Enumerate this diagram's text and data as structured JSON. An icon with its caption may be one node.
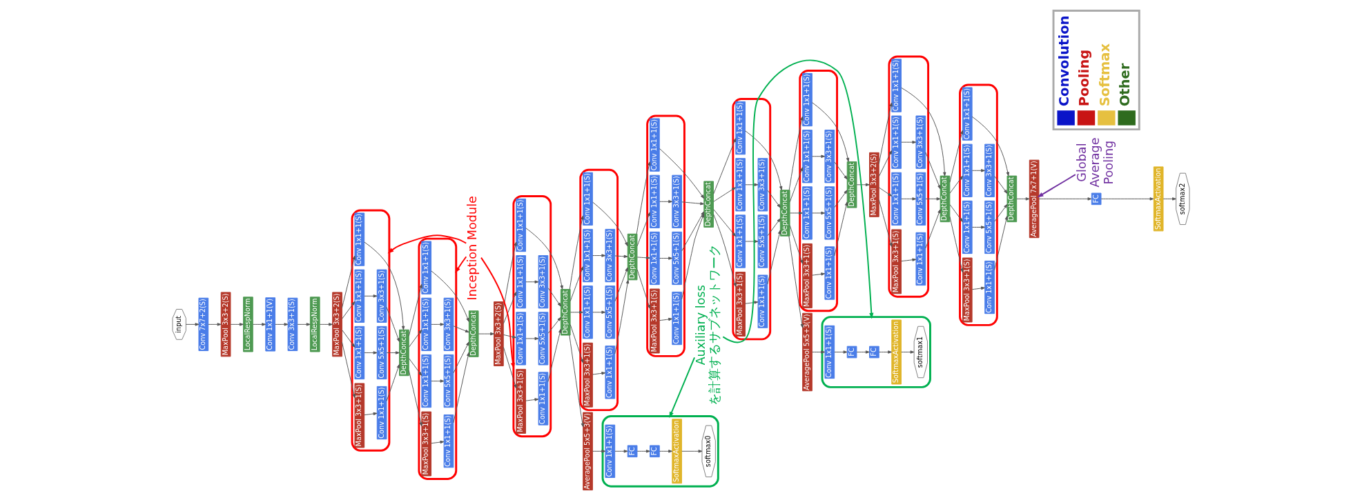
{
  "diagram": {
    "nodes": [
      {
        "text": [
          "input"
        ]
      },
      {
        "text": [
          "Conv 7x7+2(S)"
        ]
      },
      {
        "text": [
          "MaxPool 3x3+2(S)"
        ]
      },
      {
        "text": [
          "LocalRespNorm"
        ]
      },
      {
        "text": [
          "Conv 1x1+1(V)"
        ]
      },
      {
        "text": [
          "Conv 3x3+1(S)"
        ]
      },
      {
        "text": [
          "LocalRespNorm"
        ]
      },
      {
        "text": [
          "MaxPool 3x3+2(S)"
        ]
      },
      {
        "text": [],
        "shape": "ellipse"
      },
      {
        "text": [
          "Conv 1x1+1(S)"
        ],
        "in": 8
      },
      {
        "text": [
          "Conv 1x1+1(S)"
        ],
        "in": 8
      },
      {
        "text": [
          "Conv 1x1+1(S)"
        ],
        "in": 8
      },
      {
        "text": [
          "MaxPool 3x3+1(S)"
        ],
        "in": 8
      },
      {
        "text": [
          "Conv 3x3+1(S)"
        ],
        "in": 8
      },
      {
        "text": [
          "Conv 5x5+1(S)"
        ],
        "in": 8
      },
      {
        "text": [
          "Conv 1x1+1(S)"
        ],
        "in": 8
      },
      {
        "text": [
          "DepthConcat"
        ]
      },
      {
        "text": [],
        "shape": "ellipse"
      },
      {
        "text": [
          "Conv 1x1+1(S)"
        ],
        "in": 17
      },
      {
        "text": [
          "Conv 1x1+1(S)"
        ],
        "in": 17
      },
      {
        "text": [
          "Conv 1x1+1(S)"
        ],
        "in": 17
      },
      {
        "text": [
          "MaxPool 3x3+1(S)"
        ],
        "in": 17
      },
      {
        "text": [
          "Conv 3x3+1(S)"
        ],
        "in": 17
      },
      {
        "text": [
          "Conv 5x5+1(S)"
        ],
        "in": 17
      },
      {
        "text": [
          "Conv 1x1+1(S)"
        ],
        "in": 17
      },
      {
        "text": [
          "DepthConcat"
        ]
      },
      {
        "text": [
          "MaxPool 3x3+2(S)"
        ]
      },
      {
        "text": [],
        "shape": "ellipse"
      },
      {
        "text": [
          "Conv 1x1+1(S)"
        ],
        "in": 27
      },
      {
        "text": [
          "Conv 1x1+1(S)"
        ],
        "in": 27
      },
      {
        "text": [
          "Conv 1x1+1(S)"
        ],
        "in": 27
      },
      {
        "text": [
          "MaxPool 3x3+1(S)"
        ],
        "in": 27
      },
      {
        "text": [
          "Conv 3x3+1(S)"
        ],
        "in": 27
      },
      {
        "text": [
          "Conv 5x5+1(S)"
        ],
        "in": 27
      },
      {
        "text": [
          "Conv 1x1+1(S)"
        ],
        "in": 27
      },
      {
        "text": [
          "DepthConcat"
        ]
      },
      {
        "text": [
          "AveragePool 5x5+3(V)"
        ]
      },
      {
        "text": [],
        "shape": "ellipse"
      },
      {
        "text": [
          "Conv 1x1+1(S)"
        ],
        "in": 37
      },
      {
        "text": [
          "FC"
        ],
        "in": 37
      },
      {
        "text": [
          "FC"
        ],
        "in": 37
      },
      {
        "text": [
          "SoftmaxActivation"
        ],
        "in": 37
      },
      {
        "text": [
          "softmax0"
        ],
        "in": 37
      },
      {
        "text": [],
        "shape": "ellipse"
      },
      {
        "text": [
          "Conv 1x1+1(S)"
        ],
        "in": 43
      },
      {
        "text": [
          "Conv 1x1+1(S)"
        ],
        "in": 43
      },
      {
        "text": [
          "Conv 1x1+1(S)"
        ],
        "in": 43
      },
      {
        "text": [
          "MaxPool 3x3+1(S)"
        ],
        "in": 43
      },
      {
        "text": [
          "Conv 3x3+1(S)"
        ],
        "in": 43
      },
      {
        "text": [
          "Conv 5x5+1(S)"
        ],
        "in": 43
      },
      {
        "text": [
          "Conv 1x1+1(S)"
        ],
        "in": 43
      },
      {
        "text": [
          "DepthConcat"
        ]
      },
      {
        "text": [],
        "shape": "ellipse"
      },
      {
        "text": [
          "Conv 1x1+1(S)"
        ],
        "in": 52
      },
      {
        "text": [
          "Conv 1x1+1(S)"
        ],
        "in": 52
      },
      {
        "text": [
          "Conv 1x1+1(S)"
        ],
        "in": 52
      },
      {
        "text": [
          "MaxPool 3x3+1(S)"
        ],
        "in": 52
      },
      {
        "text": [
          "Conv 3x3+1(S)"
        ],
        "in": 52
      },
      {
        "text": [
          "Conv 5x5+1(S)"
        ],
        "in": 52
      },
      {
        "text": [
          "Conv 1x1+1(S)"
        ],
        "in": 52
      },
      {
        "text": [
          "DepthConcat"
        ]
      },
      {
        "text": [],
        "shape": "ellipse"
      },
      {
        "text": [
          "Conv 1x1+1(S)"
        ],
        "in": 61
      },
      {
        "text": [
          "Conv 1x1+1(S)"
        ],
        "in": 61
      },
      {
        "text": [
          "Conv 1x1+1(S)"
        ],
        "in": 61
      },
      {
        "text": [
          "MaxPool 3x3+1(S)"
        ],
        "in": 61
      },
      {
        "text": [
          "Conv 3x3+1(S)"
        ],
        "in": 61
      },
      {
        "text": [
          "Conv 5x5+1(S)"
        ],
        "in": 61
      },
      {
        "text": [
          "Conv 1x1+1(S)"
        ],
        "in": 61
      },
      {
        "text": [
          "DepthConcat"
        ]
      },
      {
        "text": [
          "AveragePool 5x5+3(V)"
        ]
      },
      {
        "text": [],
        "shape": "ellipse"
      },
      {
        "text": [
          "Conv 1x1+1(S)"
        ],
        "in": 71
      },
      {
        "text": [
          "FC"
        ],
        "in": 71
      },
      {
        "text": [
          "FC"
        ],
        "in": 71
      },
      {
        "text": [
          "SoftmaxActivation"
        ],
        "in": 71
      },
      {
        "text": [
          "softmax1"
        ],
        "in": 71
      },
      {
        "text": [],
        "shape": "ellipse"
      },
      {
        "text": [
          "Conv 1x1+1(S)"
        ],
        "in": 77
      },
      {
        "text": [
          "Conv 1x1+1(S)"
        ],
        "in": 77
      },
      {
        "text": [
          "Conv 1x1+1(S)"
        ],
        "in": 77
      },
      {
        "text": [
          "MaxPool 3x3+1(S)"
        ],
        "in": 77
      },
      {
        "text": [
          "Conv 3x3+1(S)"
        ],
        "in": 77
      },
      {
        "text": [
          "Conv 5x5+1(S)"
        ],
        "in": 77
      },
      {
        "text": [
          "Conv 1x1+1(S)"
        ],
        "in": 77
      },
      {
        "text": [
          "DepthConcat"
        ]
      },
      {
        "text": [
          "MaxPool 3x3+2(S)"
        ]
      },
      {
        "text": [],
        "shape": "ellipse"
      },
      {
        "text": [
          "Conv 1x1+1(S)"
        ],
        "in": 87
      },
      {
        "text": [
          "Conv 1x1+1(S)"
        ],
        "in": 87
      },
      {
        "text": [
          "Conv 1x1+1(S)"
        ],
        "in": 87
      },
      {
        "text": [
          "MaxPool 3x3+1(S)"
        ],
        "in": 87
      },
      {
        "text": [
          "Conv 3x3+1(S)"
        ],
        "in": 87
      },
      {
        "text": [
          "Conv 5x5+1(S)"
        ],
        "in": 87
      },
      {
        "text": [
          "Conv 1x1+1(S)"
        ],
        "in": 87
      },
      {
        "text": [
          "DepthConcat"
        ]
      },
      {
        "text": [],
        "shape": "ellipse"
      },
      {
        "text": [
          "Conv 1x1+1(S)"
        ],
        "in": 96
      },
      {
        "text": [
          "Conv 1x1+1(S)"
        ],
        "in": 96
      },
      {
        "text": [
          "Conv 1x1+1(S)"
        ],
        "in": 96
      },
      {
        "text": [
          "MaxPool 3x3+1(S)"
        ],
        "in": 96
      },
      {
        "text": [
          "Conv 3x3+1(S)"
        ],
        "in": 96
      },
      {
        "text": [
          "Conv 5x5+1(S)"
        ],
        "in": 96
      },
      {
        "text": [
          "Conv 1x1+1(S)"
        ],
        "in": 96
      },
      {
        "text": [
          "DepthConcat"
        ]
      },
      {
        "text": [
          "AveragePool 7x7+1(V)"
        ]
      },
      {
        "text": [
          "FC"
        ]
      },
      {
        "text": [
          "SoftmaxActivation"
        ]
      },
      {
        "text": [
          "softmax2"
        ]
      },
      {
        "text": [
          "Inception Module"
        ]
      },
      {
        "text": [
          "Global Average Pooling"
        ]
      },
      {
        "text": [
          "Auxiliary loss を計算するサブネットワーク"
        ]
      }
    ],
    "edges": [
      {
        "from": 0,
        "to": 1,
        "arrow": "to"
      },
      {
        "from": 1,
        "to": 2,
        "arrow": "to"
      },
      {
        "from": 2,
        "to": 3,
        "arrow": "to"
      },
      {
        "from": 3,
        "to": 4,
        "arrow": "to"
      },
      {
        "from": 4,
        "to": 5,
        "arrow": "to"
      },
      {
        "from": 5,
        "to": 6,
        "arrow": "to"
      },
      {
        "from": 6,
        "to": 7,
        "arrow": "to"
      },
      {
        "from": 7,
        "to": 9,
        "arrow": "to"
      },
      {
        "from": 7,
        "to": 10,
        "arrow": "to"
      },
      {
        "from": 7,
        "to": 11,
        "arrow": "to"
      },
      {
        "from": 7,
        "to": 12,
        "arrow": "to"
      },
      {
        "from": 10,
        "to": 13,
        "arrow": "to"
      },
      {
        "from": 11,
        "to": 14,
        "arrow": "to"
      },
      {
        "from": 12,
        "to": 15,
        "arrow": "to"
      },
      {
        "from": 9,
        "to": 16,
        "arrow": "to"
      },
      {
        "from": 13,
        "to": 16,
        "arrow": "to"
      },
      {
        "from": 14,
        "to": 16,
        "arrow": "to"
      },
      {
        "from": 15,
        "to": 16,
        "arrow": "to"
      },
      {
        "from": 16,
        "to": 18,
        "arrow": "to"
      },
      {
        "from": 16,
        "to": 19,
        "arrow": "to"
      },
      {
        "from": 16,
        "to": 20,
        "arrow": "to"
      },
      {
        "from": 16,
        "to": 21,
        "arrow": "to"
      },
      {
        "from": 19,
        "to": 22,
        "arrow": "to"
      },
      {
        "from": 20,
        "to": 23,
        "arrow": "to"
      },
      {
        "from": 21,
        "to": 24,
        "arrow": "to"
      },
      {
        "from": 18,
        "to": 25,
        "arrow": "to"
      },
      {
        "from": 22,
        "to": 25,
        "arrow": "to"
      },
      {
        "from": 23,
        "to": 25,
        "arrow": "to"
      },
      {
        "from": 24,
        "to": 25,
        "arrow": "to"
      },
      {
        "from": 25,
        "to": 26,
        "arrow": "to"
      },
      {
        "from": 26,
        "to": 28,
        "arrow": "to"
      },
      {
        "from": 26,
        "to": 29,
        "arrow": "to"
      },
      {
        "from": 26,
        "to": 30,
        "arrow": "to"
      },
      {
        "from": 26,
        "to": 31,
        "arrow": "to"
      },
      {
        "from": 29,
        "to": 32,
        "arrow": "to"
      },
      {
        "from": 30,
        "to": 33,
        "arrow": "to"
      },
      {
        "from": 31,
        "to": 34,
        "arrow": "to"
      },
      {
        "from": 28,
        "to": 35,
        "arrow": "to"
      },
      {
        "from": 32,
        "to": 35,
        "arrow": "to"
      },
      {
        "from": 33,
        "to": 35,
        "arrow": "to"
      },
      {
        "from": 34,
        "to": 35,
        "arrow": "to"
      },
      {
        "from": 35,
        "to": 36,
        "arrow": "to"
      },
      {
        "from": 36,
        "to": 38,
        "arrow": "to"
      },
      {
        "from": 38,
        "to": 39,
        "arrow": "to"
      },
      {
        "from": 39,
        "to": 40,
        "arrow": "to"
      },
      {
        "from": 40,
        "to": 41,
        "arrow": "to"
      },
      {
        "from": 41,
        "to": 42,
        "arrow": "to"
      },
      {
        "from": 35,
        "to": 44,
        "arrow": "to"
      },
      {
        "from": 35,
        "to": 45,
        "arrow": "to"
      },
      {
        "from": 35,
        "to": 46,
        "arrow": "to"
      },
      {
        "from": 35,
        "to": 47,
        "arrow": "to"
      },
      {
        "from": 45,
        "to": 48,
        "arrow": "to"
      },
      {
        "from": 46,
        "to": 49,
        "arrow": "to"
      },
      {
        "from": 47,
        "to": 50,
        "arrow": "to"
      },
      {
        "from": 44,
        "to": 51,
        "arrow": "to"
      },
      {
        "from": 48,
        "to": 51,
        "arrow": "to"
      },
      {
        "from": 49,
        "to": 51,
        "arrow": "to"
      },
      {
        "from": 50,
        "to": 51,
        "arrow": "to"
      },
      {
        "from": 51,
        "to": 53,
        "arrow": "to"
      },
      {
        "from": 51,
        "to": 54,
        "arrow": "to"
      },
      {
        "from": 51,
        "to": 55,
        "arrow": "to"
      },
      {
        "from": 51,
        "to": 56,
        "arrow": "to"
      },
      {
        "from": 54,
        "to": 57,
        "arrow": "to"
      },
      {
        "from": 55,
        "to": 58,
        "arrow": "to"
      },
      {
        "from": 56,
        "to": 59,
        "arrow": "to"
      },
      {
        "from": 53,
        "to": 60,
        "arrow": "to"
      },
      {
        "from": 57,
        "to": 60,
        "arrow": "to"
      },
      {
        "from": 58,
        "to": 60,
        "arrow": "to"
      },
      {
        "from": 59,
        "to": 60,
        "arrow": "to"
      },
      {
        "from": 60,
        "to": 62,
        "arrow": "to"
      },
      {
        "from": 60,
        "to": 63,
        "arrow": "to"
      },
      {
        "from": 60,
        "to": 64,
        "arrow": "to"
      },
      {
        "from": 60,
        "to": 65,
        "arrow": "to"
      },
      {
        "from": 63,
        "to": 66,
        "arrow": "to"
      },
      {
        "from": 64,
        "to": 67,
        "arrow": "to"
      },
      {
        "from": 65,
        "to": 68,
        "arrow": "to"
      },
      {
        "from": 62,
        "to": 69,
        "arrow": "to"
      },
      {
        "from": 66,
        "to": 69,
        "arrow": "to"
      },
      {
        "from": 67,
        "to": 69,
        "arrow": "to"
      },
      {
        "from": 68,
        "to": 69,
        "arrow": "to"
      },
      {
        "from": 69,
        "to": 70,
        "arrow": "to"
      },
      {
        "from": 70,
        "to": 72,
        "arrow": "to"
      },
      {
        "from": 72,
        "to": 73,
        "arrow": "to"
      },
      {
        "from": 73,
        "to": 74,
        "arrow": "to"
      },
      {
        "from": 74,
        "to": 75,
        "arrow": "to"
      },
      {
        "from": 75,
        "to": 76,
        "arrow": "to"
      },
      {
        "from": 69,
        "to": 78,
        "arrow": "to"
      },
      {
        "from": 69,
        "to": 79,
        "arrow": "to"
      },
      {
        "from": 69,
        "to": 80,
        "arrow": "to"
      },
      {
        "from": 69,
        "to": 81,
        "arrow": "to"
      },
      {
        "from": 79,
        "to": 82,
        "arrow": "to"
      },
      {
        "from": 80,
        "to": 83,
        "arrow": "to"
      },
      {
        "from": 81,
        "to": 84,
        "arrow": "to"
      },
      {
        "from": 78,
        "to": 85,
        "arrow": "to"
      },
      {
        "from": 82,
        "to": 85,
        "arrow": "to"
      },
      {
        "from": 83,
        "to": 85,
        "arrow": "to"
      },
      {
        "from": 84,
        "to": 85,
        "arrow": "to"
      },
      {
        "from": 85,
        "to": 86,
        "arrow": "to"
      },
      {
        "from": 86,
        "to": 88,
        "arrow": "to"
      },
      {
        "from": 86,
        "to": 89,
        "arrow": "to"
      },
      {
        "from": 86,
        "to": 90,
        "arrow": "to"
      },
      {
        "from": 86,
        "to": 91,
        "arrow": "to"
      },
      {
        "from": 89,
        "to": 92,
        "arrow": "to"
      },
      {
        "from": 90,
        "to": 93,
        "arrow": "to"
      },
      {
        "from": 91,
        "to": 94,
        "arrow": "to"
      },
      {
        "from": 88,
        "to": 95,
        "arrow": "to"
      },
      {
        "from": 92,
        "to": 95,
        "arrow": "to"
      },
      {
        "from": 93,
        "to": 95,
        "arrow": "to"
      },
      {
        "from": 94,
        "to": 95,
        "arrow": "to"
      },
      {
        "from": 95,
        "to": 97,
        "arrow": "to"
      },
      {
        "from": 95,
        "to": 98,
        "arrow": "to"
      },
      {
        "from": 95,
        "to": 99,
        "arrow": "to"
      },
      {
        "from": 95,
        "to": 100,
        "arrow": "to"
      },
      {
        "from": 98,
        "to": 101,
        "arrow": "to"
      },
      {
        "from": 99,
        "to": 102,
        "arrow": "to"
      },
      {
        "from": 100,
        "to": 103,
        "arrow": "to"
      },
      {
        "from": 97,
        "to": 104,
        "arrow": "to"
      },
      {
        "from": 101,
        "to": 104,
        "arrow": "to"
      },
      {
        "from": 102,
        "to": 104,
        "arrow": "to"
      },
      {
        "from": 103,
        "to": 104,
        "arrow": "to"
      },
      {
        "from": 104,
        "to": 105,
        "arrow": "to"
      },
      {
        "from": 105,
        "to": 106,
        "arrow": "to"
      },
      {
        "from": 106,
        "to": 107,
        "arrow": "to"
      },
      {
        "from": 107,
        "to": 108,
        "arrow": "to"
      },
      {
        "from": 109,
        "to": 8,
        "arrow": "to",
        "color": "#ff0000"
      },
      {
        "from": 109,
        "to": 17,
        "arrow": "to",
        "color": "#ff0000"
      },
      {
        "from": 109,
        "to": 27,
        "arrow": "to",
        "color": "#ff0000"
      },
      {
        "from": 110,
        "to": 105,
        "arrow": "to",
        "color": "#7030a0"
      },
      {
        "from": 111,
        "to": 37,
        "arrow": "to",
        "color": "#00b050"
      },
      {
        "from": 111,
        "to": 71,
        "arrow": "to",
        "color": "#00b050"
      }
    ],
    "legend": [
      {
        "text": "Convolution",
        "color": "#0a14c8"
      },
      {
        "text": "Pooling",
        "color": "#c81414"
      },
      {
        "text": "Softmax",
        "color": "#e6c040"
      },
      {
        "text": "Other",
        "color": "#2e6b1e"
      }
    ]
  }
}
